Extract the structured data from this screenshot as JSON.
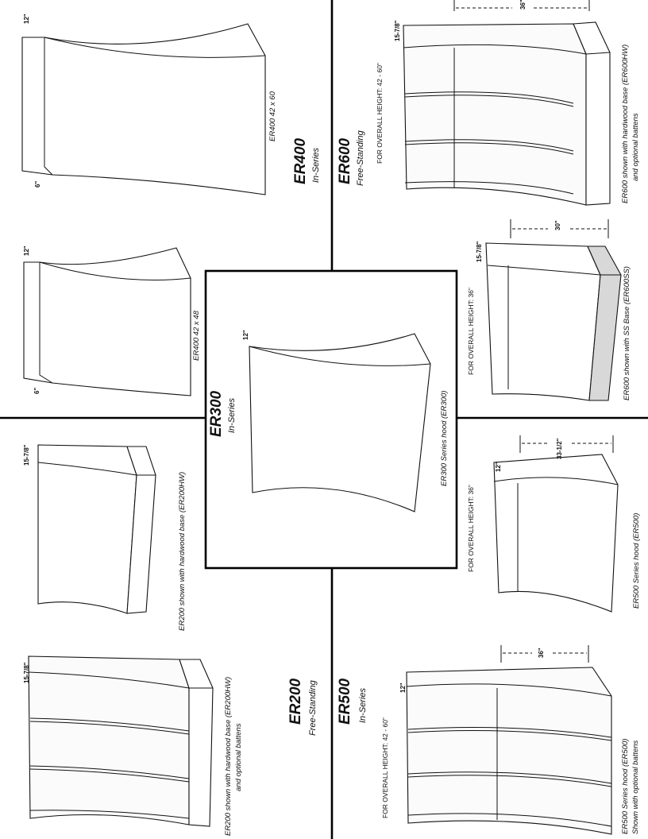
{
  "models": {
    "er400": {
      "name": "ER400",
      "subtitle": "In-Series"
    },
    "er600": {
      "name": "ER600",
      "subtitle": "Free-Standing"
    },
    "er300": {
      "name": "ER300",
      "subtitle": "In-Series"
    },
    "er200": {
      "name": "ER200",
      "subtitle": "Free-Standing"
    },
    "er500": {
      "name": "ER500",
      "subtitle": "In-Series"
    }
  },
  "drawings": {
    "er400_60": {
      "caption": "ER400 42 x 60",
      "dim_top": "12\"",
      "dim_side": "6\""
    },
    "er400_48": {
      "caption": "ER400 42 x 48",
      "dim_top": "12\"",
      "dim_side": "6\""
    },
    "er600_battens": {
      "caption_line1": "ER600 shown with hardwood base (ER600HW)",
      "caption_line2": "and optional battens",
      "height_note": "FOR OVERALL HEIGHT: 42 - 60\"",
      "dim_top": "15-7/8\"",
      "dim_width": "36\""
    },
    "er600_ss": {
      "caption": "ER600 shown with SS Base (ER600SS)",
      "height_note": "FOR OVERALL HEIGHT: 36\"",
      "dim_top": "15-7/8\"",
      "dim_width": "30\""
    },
    "er300": {
      "caption": "ER300 Series hood (ER300)",
      "dim_top": "12\""
    },
    "er200_hw": {
      "caption": "ER200 shown with hardwood base (ER200HW)",
      "dim_top": "15-7/8\""
    },
    "er200_battens": {
      "caption_line1": "ER200 shown with hardwood base (ER200HW)",
      "caption_line2": "and optional battens",
      "dim_top": "15-7/8\""
    },
    "er500_hood": {
      "caption": "ER500 Series hood (ER500)",
      "height_note": "FOR OVERALL HEIGHT: 36\"",
      "dim_top": "12\"",
      "dim_width": "33-1/2\""
    },
    "er500_battens": {
      "caption_line1": "ER500 Series hood (ER500)",
      "caption_line2": "Shown with optional battens",
      "height_note": "FOR OVERALL HEIGHT: 42 - 60\"",
      "dim_top": "12\"",
      "dim_width": "36\""
    }
  }
}
